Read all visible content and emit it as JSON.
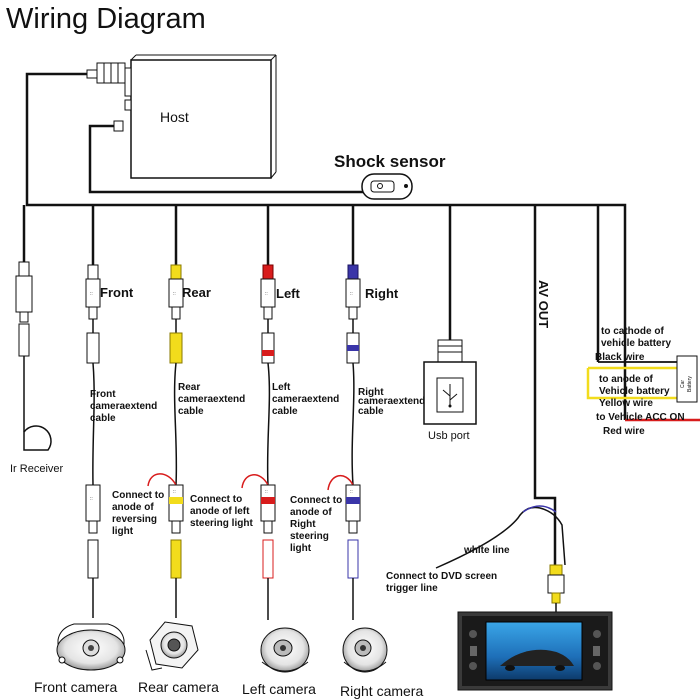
{
  "title": "Wiring Diagram",
  "host": {
    "label": "Host"
  },
  "shock_sensor": {
    "label": "Shock sensor"
  },
  "av_out": {
    "label": "AV OUT"
  },
  "branches": {
    "front": {
      "name": "Front",
      "extend_cable": [
        "Front",
        "cameraextend",
        "cable"
      ],
      "camera": "Front camera"
    },
    "rear": {
      "name": "Rear",
      "extend_cable": [
        "Rear",
        "cameraextend",
        "cable"
      ],
      "note": [
        "Connect to",
        "anode of",
        "reversing",
        "light"
      ],
      "camera": "Rear camera"
    },
    "left": {
      "name": "Left",
      "extend_cable": [
        "Left",
        "cameraextend",
        "cable"
      ],
      "note": [
        "Connect to",
        "anode of left",
        "steering light"
      ],
      "camera": "Left camera"
    },
    "right": {
      "name": "Right",
      "extend_cable": [
        "Right",
        "cameraextend",
        "cable"
      ],
      "note": [
        "Connect to",
        "anode of",
        "Right",
        "steering",
        "light"
      ],
      "camera": "Right camera"
    }
  },
  "ir_receiver": {
    "label": "Ir Receiver"
  },
  "usb": {
    "label": "Usb port"
  },
  "power": {
    "cathode": [
      "to cathode of",
      "vehicle battery"
    ],
    "black_wire": "Black wire",
    "anode": [
      "to anode of",
      "Vehicle battery"
    ],
    "yellow_wire": "Yellow wire",
    "acc": "to Vehicle ACC ON",
    "red_wire": "Red wire",
    "battery_label": [
      "Car",
      "Battery"
    ]
  },
  "dvd": {
    "white_line": "white line",
    "trigger": [
      "Connect to DVD screen",
      "trigger line"
    ]
  },
  "colors": {
    "wire": "#111111",
    "yellow": "#f2dc1c",
    "red": "#d81c1c",
    "blue": "#3a35a8",
    "black_plug": "#222222"
  }
}
